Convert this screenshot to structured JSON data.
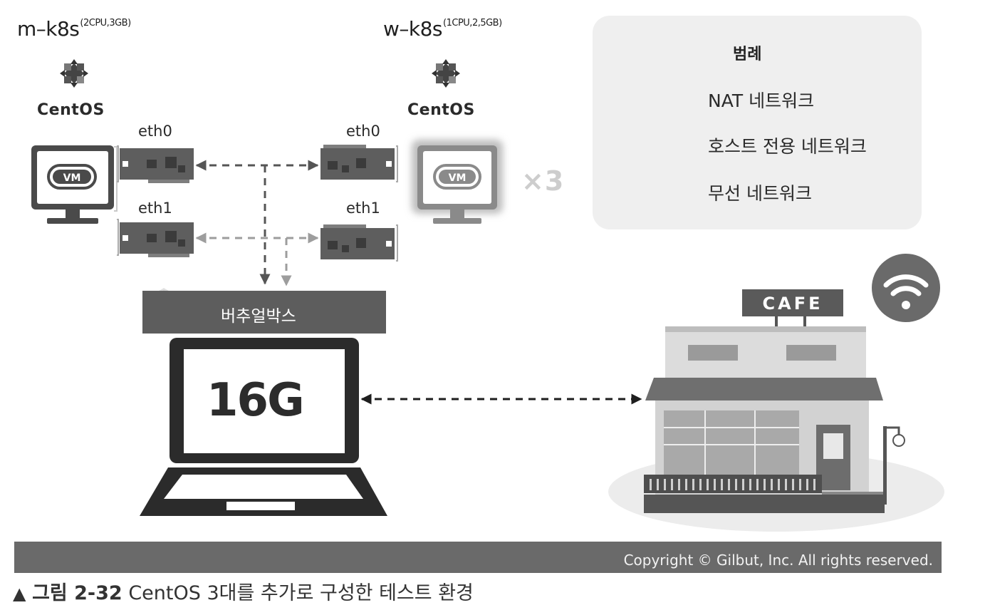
{
  "nodes": {
    "master": {
      "name": "m–k8s",
      "spec": "(2CPU,3GB)",
      "os": "CentOS"
    },
    "worker": {
      "name": "w–k8s",
      "spec": "(1CPU,2,5GB)",
      "os": "CentOS",
      "count": "×3"
    }
  },
  "nics": {
    "eth0": "eth0",
    "eth1": "eth1"
  },
  "vm_badge": "VM",
  "hypervisor": "버추얼박스",
  "host": {
    "ram": "16G"
  },
  "cafe_sign": "CAFE",
  "legend": {
    "title": "범례",
    "items": [
      {
        "label": "NAT 네트워크",
        "color": "#5a5a5a"
      },
      {
        "label": "호스트 전용 네트워크",
        "color": "#a3a3a3"
      },
      {
        "label": "무선 네트워크",
        "color": "#1e1e1e"
      }
    ]
  },
  "copyright": "Copyright © Gilbut, Inc. All rights reserved.",
  "caption": {
    "marker": "▲",
    "number": "그림 2-32",
    "text": "CentOS 3대를 추가로 구성한 테스트 환경"
  },
  "icons": {
    "centos": "centos-logo-icon",
    "monitor": "monitor-icon",
    "nic": "network-card-icon",
    "virtualbox": "virtualbox-icon",
    "laptop": "laptop-icon",
    "cafe": "cafe-building-icon",
    "wifi": "wifi-icon"
  }
}
